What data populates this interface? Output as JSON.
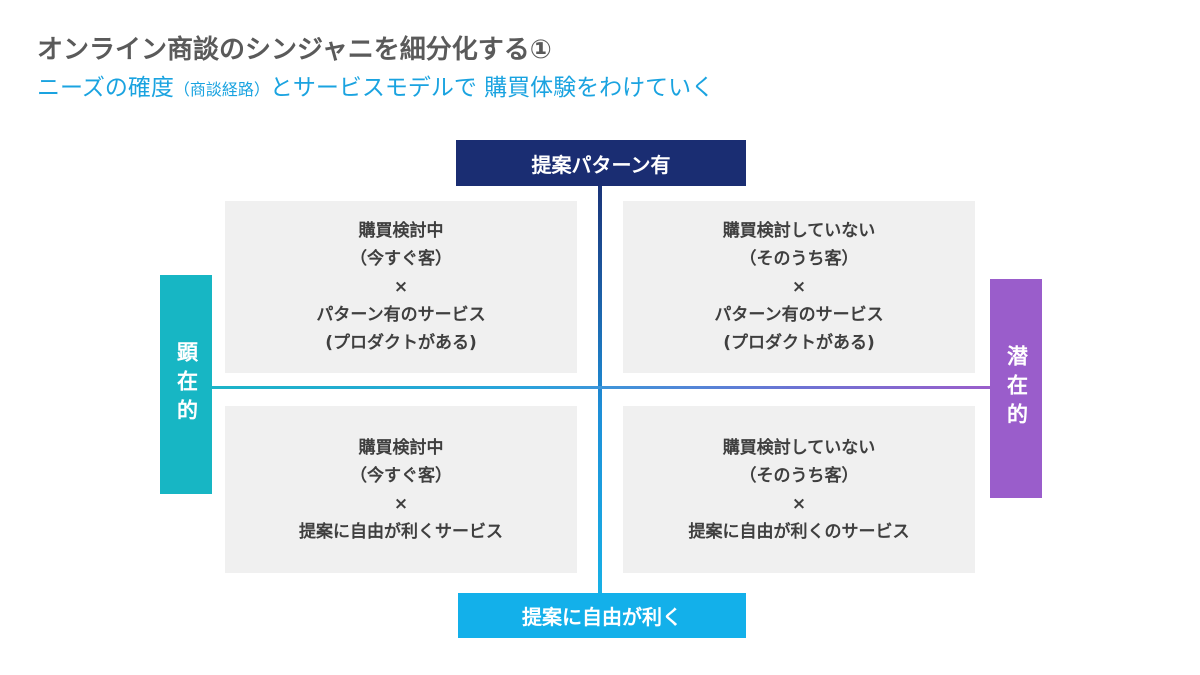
{
  "header": {
    "title": "オンライン商談のシンジャニを細分化する①",
    "subtitle_main": "ニーズの確度",
    "subtitle_paren": "（商談経路）",
    "subtitle_rest": "とサービスモデルで 購買体験をわけていく"
  },
  "axes": {
    "top": "提案パターン有",
    "bottom": "提案に自由が利く",
    "left": "顕在的",
    "right": "潜在的"
  },
  "quadrants": {
    "top_left": {
      "line1": "購買検討中",
      "line2": "（今すぐ客）",
      "line3": "×",
      "line4": "パターン有のサービス",
      "line5": "(プロダクトがある)"
    },
    "top_right": {
      "line1": "購買検討していない",
      "line2": "（そのうち客）",
      "line3": "×",
      "line4": "パターン有のサービス",
      "line5": "(プロダクトがある)"
    },
    "bottom_left": {
      "line1": "購買検討中",
      "line2": "（今すぐ客）",
      "line3": "×",
      "line4": "提案に自由が利くサービス"
    },
    "bottom_right": {
      "line1": "購買検討していない",
      "line2": "（そのうち客）",
      "line3": "×",
      "line4": "提案に自由が利くのサービス"
    }
  },
  "colors": {
    "title": "#5a5a5a",
    "subtitle": "#1aa3e0",
    "axis_top": "#1a2d72",
    "axis_bottom": "#13b0ea",
    "axis_left": "#17b6c4",
    "axis_right": "#9a5dcb",
    "quadrant_bg": "#f0f0f0"
  }
}
